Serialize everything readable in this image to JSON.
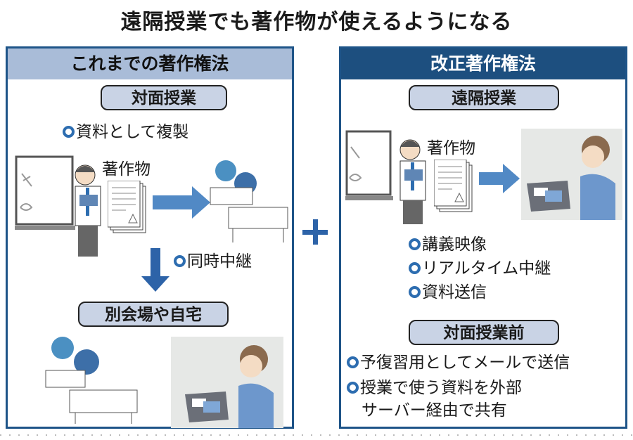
{
  "title": "遠隔授業でも著作物が使えるようになる",
  "colors": {
    "accent_blue": "#2d6db0",
    "header_dark": "#1d4f7f",
    "header_light": "#a9bcd8",
    "pill_bg": "#c9d3e5",
    "arrow_blue": "#5189c5"
  },
  "left": {
    "header": "これまでの著作権法",
    "section1": "対面授業",
    "bullet1": "資料として複製",
    "works_label": "著作物",
    "bullet2": "同時中継",
    "section2": "別会場や自宅"
  },
  "plus_icon": "plus-icon",
  "right": {
    "header": "改正著作権法",
    "section1": "遠隔授業",
    "works_label": "著作物",
    "bullets": [
      "講義映像",
      "リアルタイム中継",
      "資料送信"
    ],
    "section2": "対面授業前",
    "bullets2": [
      "予復習用としてメールで送信",
      "授業で使う資料を外部"
    ],
    "bullets2_cont": "サーバー経由で共有"
  }
}
